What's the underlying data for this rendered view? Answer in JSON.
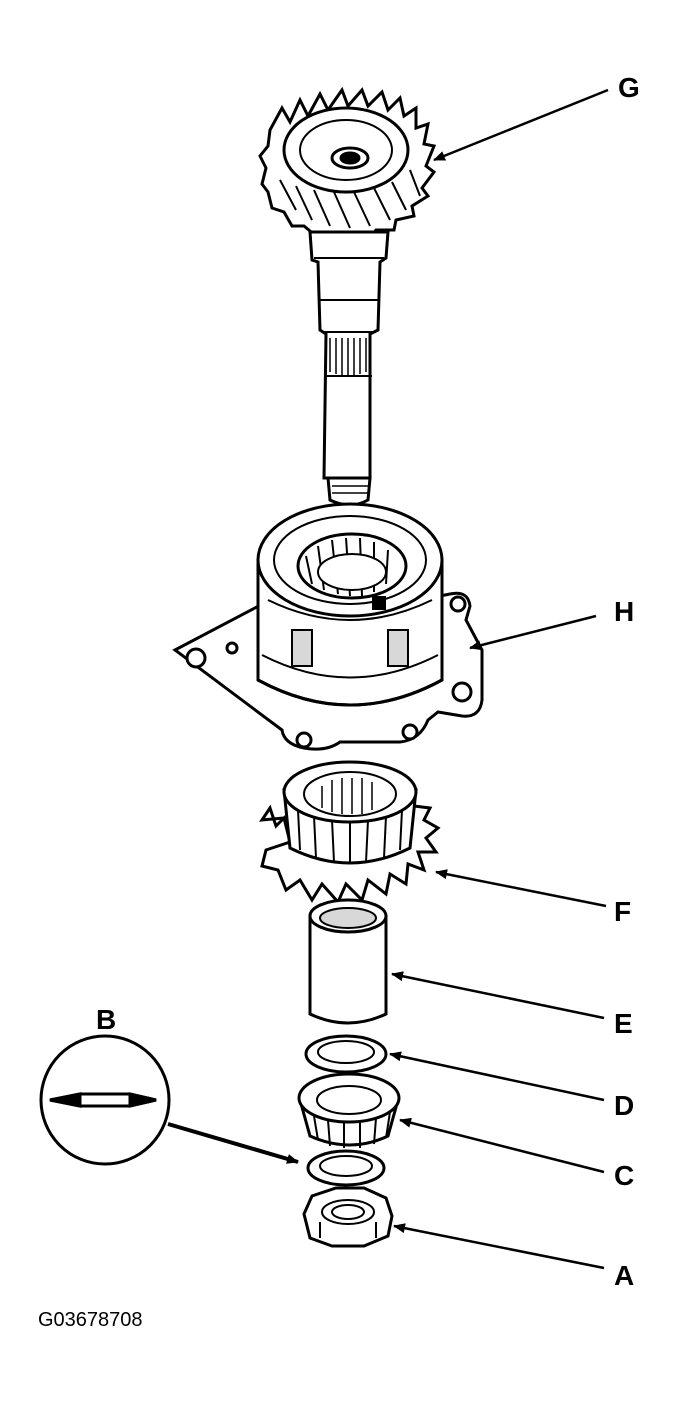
{
  "diagram": {
    "figure_id": "G03678708",
    "callouts": {
      "A": "A",
      "B": "B",
      "C": "C",
      "D": "D",
      "E": "E",
      "F": "F",
      "G": "G",
      "H": "H"
    },
    "colors": {
      "ink": "#000000",
      "paper": "#ffffff",
      "shade": "#d8d8d8"
    }
  }
}
